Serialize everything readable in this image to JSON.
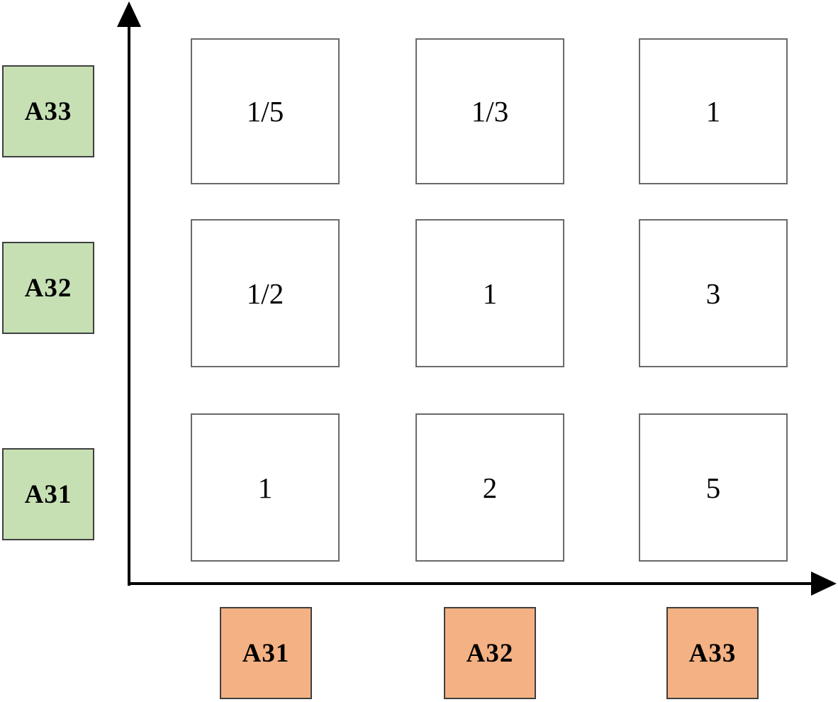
{
  "figure": {
    "y_axis_labels": [
      "A33",
      "A32",
      "A31"
    ],
    "x_axis_labels": [
      "A31",
      "A32",
      "A33"
    ],
    "matrix_rows": [
      [
        "1/5",
        "1/3",
        "1"
      ],
      [
        "1/2",
        "1",
        "3"
      ],
      [
        "1",
        "2",
        "5"
      ]
    ],
    "colors": {
      "row_label_fill": "#c6e0b4",
      "col_label_fill": "#f4b183",
      "box_border": "#3f3f3f",
      "cell_fill": "#ffffff",
      "cell_border": "#6a6a6a",
      "axis": "#000000",
      "text": "#000000"
    }
  }
}
